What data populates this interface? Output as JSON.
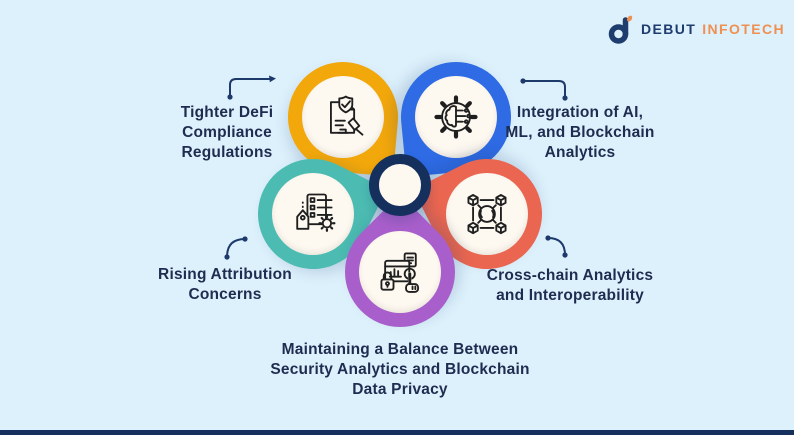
{
  "page": {
    "background": "#ddf1fc",
    "footer_bar_color": "#16305e",
    "text_color": "#1e2c50"
  },
  "logo": {
    "brand_first": "DEBUT",
    "brand_second": "INFOTECH",
    "navy_color": "#1e3c6e",
    "orange_color": "#ef9050"
  },
  "diagram": {
    "center_color": "#16305e",
    "connector_color": "#1d3a6b",
    "inner_circle_color": "#fdf8f0",
    "petals": [
      {
        "id": "defi-compliance",
        "icon": "compliance-document-gavel-icon",
        "color": "#f2a70b",
        "label": "Tighter DeFi\nCompliance\nRegulations"
      },
      {
        "id": "ai-ml-analytics",
        "icon": "ai-brain-gear-icon",
        "color": "#2e6be5",
        "label": "Integration of AI,\nML, and Blockchain\nAnalytics"
      },
      {
        "id": "attribution-concerns",
        "icon": "checklist-tag-gear-icon",
        "color": "#4cbcb2",
        "label": "Rising Attribution\nConcerns"
      },
      {
        "id": "cross-chain",
        "icon": "blockchain-network-cubes-icon",
        "color": "#ea6650",
        "label": "Cross-chain Analytics\nand Interoperability"
      },
      {
        "id": "privacy-balance",
        "icon": "security-analytics-lock-icon",
        "color": "#a95fcb",
        "label": "Maintaining a Balance Between\nSecurity Analytics and Blockchain\nData Privacy"
      }
    ]
  }
}
